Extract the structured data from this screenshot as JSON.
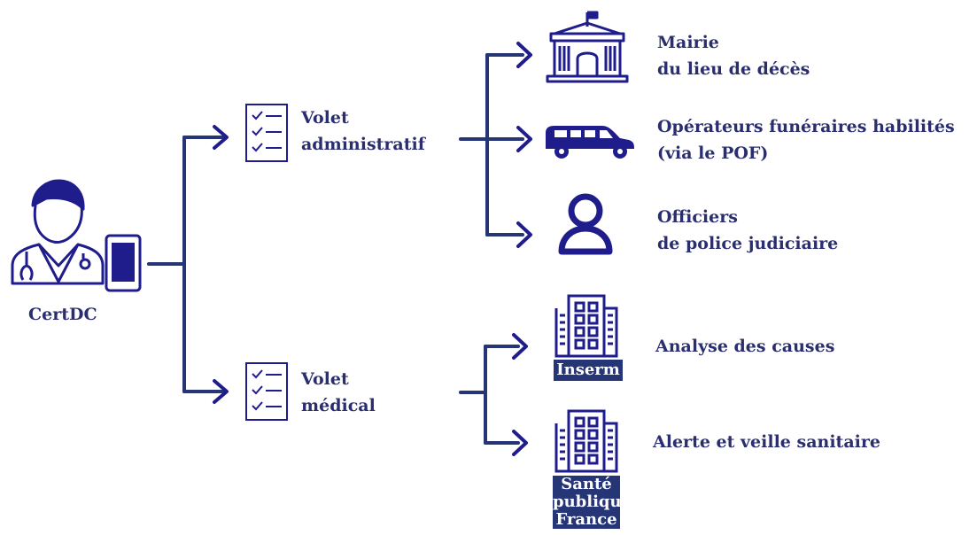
{
  "colors": {
    "primary": "#1f1c8c",
    "text": "#2a2e6e",
    "tag_bg": "#253575",
    "line": "#253575"
  },
  "source": {
    "label": "CertDC",
    "icon": "doctor-with-tablet-icon"
  },
  "volets": [
    {
      "line1": "Volet",
      "line2": "administratif",
      "icon": "checklist-icon"
    },
    {
      "line1": "Volet",
      "line2": "médical",
      "icon": "checklist-icon"
    }
  ],
  "destinations": [
    {
      "line1": "Mairie",
      "line2": "du lieu de décès",
      "icon": "town-hall-icon"
    },
    {
      "line1": "Opérateurs funéraires habilités",
      "line2": "(via le POF)",
      "icon": "hearse-icon"
    },
    {
      "line1": "Officiers",
      "line2": "de police judiciaire",
      "icon": "person-icon"
    },
    {
      "label": "Analyse des causes",
      "icon": "building-icon",
      "tag": "Inserm"
    },
    {
      "label": "Alerte et veille sanitaire",
      "icon": "building-icon",
      "tag_lines": [
        "Santé",
        "publique",
        "France"
      ]
    }
  ]
}
